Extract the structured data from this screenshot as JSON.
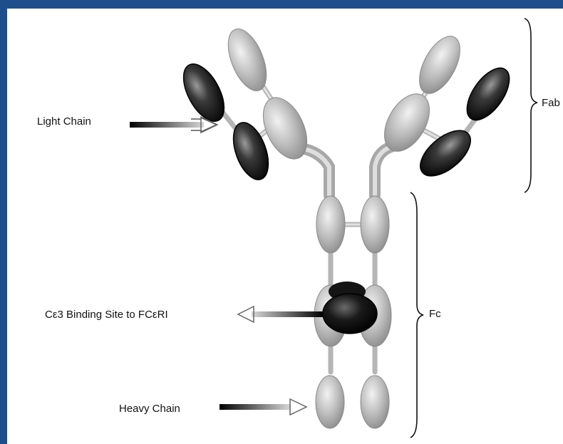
{
  "labels": {
    "light_chain": "Light Chain",
    "heavy_chain": "Heavy Chain",
    "binding_site": "Cε3 Binding Site to FCεRI",
    "fab": "Fab",
    "fc": "Fc"
  },
  "colors": {
    "background": "#1f4e8c",
    "heavy_chain_domain": "#b8b8b8",
    "light_chain_domain": "#1a1a1a",
    "binding_site": "#0a0a0a"
  }
}
